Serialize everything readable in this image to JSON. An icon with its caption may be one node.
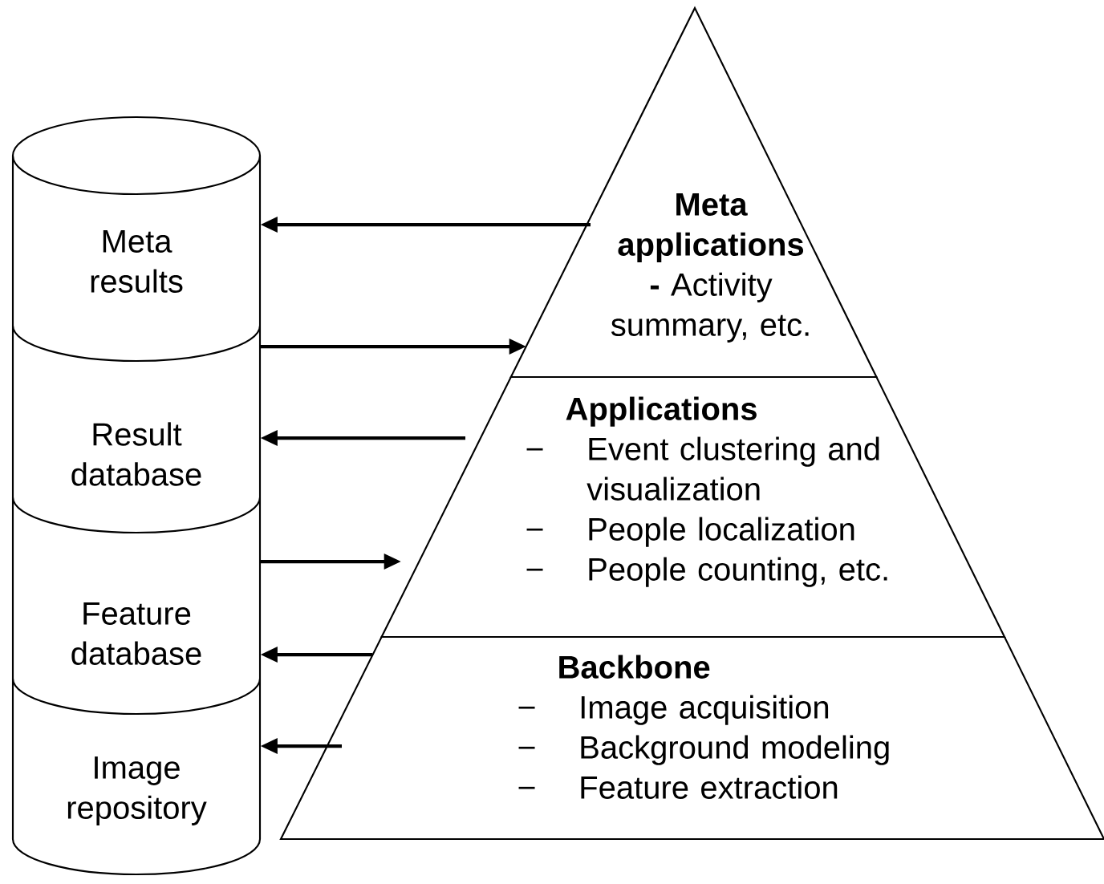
{
  "diagram": {
    "nodes": [
      {
        "text": [
          "Meta results"
        ]
      },
      {
        "text": [
          "Result database"
        ]
      },
      {
        "text": [
          "Feature database"
        ]
      },
      {
        "text": [
          "Image repository"
        ]
      },
      {
        "text": [
          "Meta applications",
          "**-** Activity summary, etc."
        ]
      },
      {
        "text": [
          "Applications",
          "Event clustering and visualization",
          "People localization",
          "People counting, etc."
        ]
      },
      {
        "text": [
          "Backbone",
          "Image acquisition",
          "Background modeling",
          "Feature extraction"
        ]
      }
    ],
    "edges": [
      {
        "from": 4,
        "to": 0,
        "arrow": "to"
      },
      {
        "from": 0,
        "to": 4,
        "arrow": "to"
      },
      {
        "from": 5,
        "to": 1,
        "arrow": "to"
      },
      {
        "from": 2,
        "to": 5,
        "arrow": "to"
      },
      {
        "from": 6,
        "to": 2,
        "arrow": "to"
      },
      {
        "from": 6,
        "to": 3,
        "arrow": "to"
      }
    ]
  }
}
